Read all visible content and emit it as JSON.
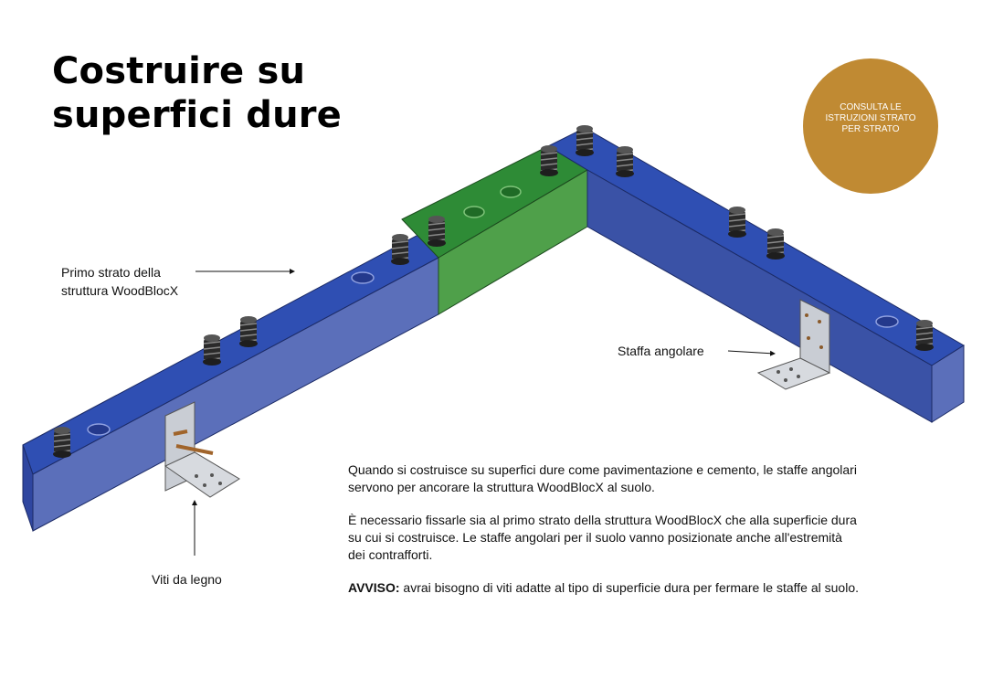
{
  "title": {
    "line1": "Costruire su",
    "line2": "superfici dure"
  },
  "badge": {
    "text": "CONSULTA LE ISTRUZIONI STRATO PER STRATO"
  },
  "labels": {
    "primo_line1": "Primo strato della",
    "primo_line2": "struttura WoodBlocX",
    "staffa": "Staffa angolare",
    "viti": "Viti da legno"
  },
  "body": {
    "p1": "Quando si costruisce su superfici dure come pavimentazione e cemento, le staffe angolari servono per ancorare la struttura WoodBlocX al suolo.",
    "p2": "È necessario fissarle sia al primo strato della struttura WoodBlocX che alla superficie dura su cui si costruisce. Le staffe angolari per il suolo vanno posizionate anche all'estremità dei contrafforti.",
    "notice_label": "AVVISO:",
    "notice_text": " avrai bisogno di viti adatte al tipo di superficie dura per fermare le staffe al suolo."
  },
  "colors": {
    "badge": "#c08a33",
    "block_top": "#2f4fb3",
    "block_front": "#5b6fba",
    "block_side": "#3a52a6",
    "corner_top": "#2e8b36",
    "corner_front": "#4fa04a"
  }
}
